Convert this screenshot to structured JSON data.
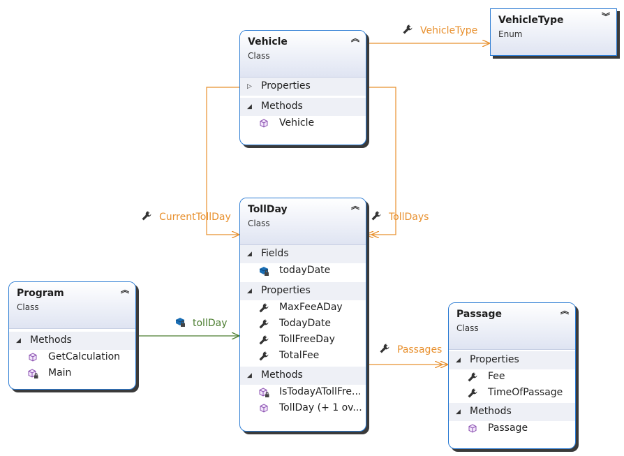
{
  "classes": {
    "vehicle": {
      "title": "Vehicle",
      "kind": "Class",
      "properties": "Properties",
      "methods": "Methods",
      "method1": "Vehicle"
    },
    "tollday": {
      "title": "TollDay",
      "kind": "Class",
      "fields": "Fields",
      "field1": "todayDate",
      "properties": "Properties",
      "prop1": "MaxFeeADay",
      "prop2": "TodayDate",
      "prop3": "TollFreeDay",
      "prop4": "TotalFee",
      "methods": "Methods",
      "method1": "IsTodayATollFre...",
      "method2": "TollDay (+ 1 ov..."
    },
    "program": {
      "title": "Program",
      "kind": "Class",
      "methods": "Methods",
      "method1": "GetCalculation",
      "method2": "Main"
    },
    "passage": {
      "title": "Passage",
      "kind": "Class",
      "properties": "Properties",
      "prop1": "Fee",
      "prop2": "TimeOfPassage",
      "methods": "Methods",
      "method1": "Passage"
    },
    "vehicletype": {
      "title": "VehicleType",
      "kind": "Enum"
    }
  },
  "associations": {
    "vehicle_type": "VehicleType",
    "current_toll_day": "CurrentTollDay",
    "toll_days": "TollDays",
    "toll_day": "tollDay",
    "passages": "Passages"
  },
  "colors": {
    "association": "#e8902e",
    "field_association": "#4a7c2e",
    "border": "#2b7bd3"
  }
}
